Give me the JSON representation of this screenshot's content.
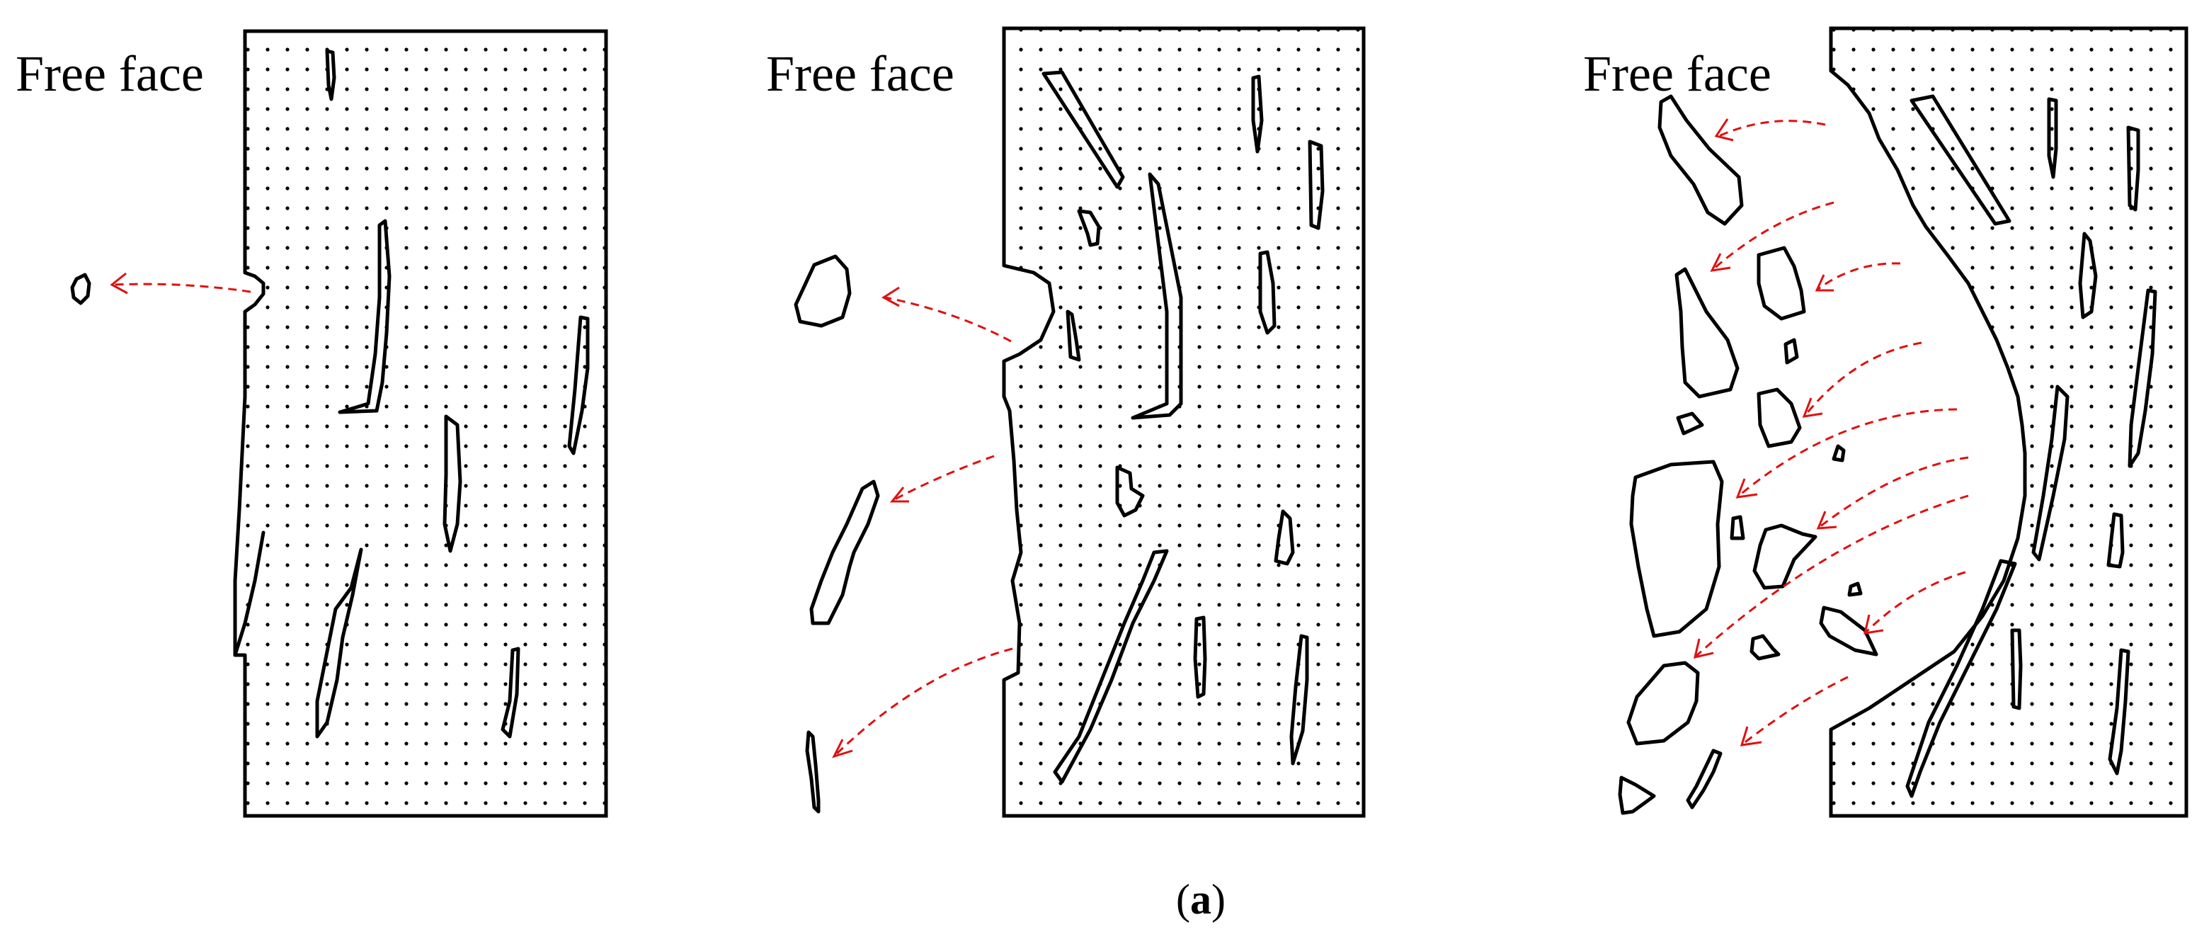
{
  "panels": [
    {
      "label": "Free face"
    },
    {
      "label": "Free face"
    },
    {
      "label": "Free face"
    }
  ],
  "caption": {
    "paren_open": "(",
    "letter": "a",
    "paren_close": ")"
  },
  "colors": {
    "ink": "#000000",
    "arrow": "#e01010",
    "background": "#ffffff"
  }
}
